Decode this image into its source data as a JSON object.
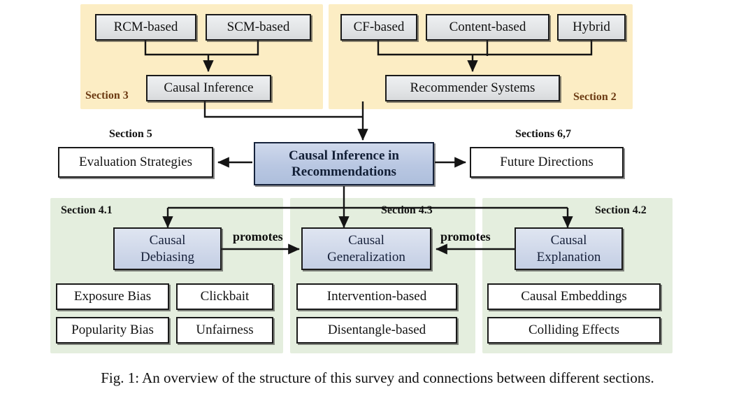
{
  "figure": {
    "caption": "Fig. 1: An overview of the structure of this survey and connections between different sections."
  },
  "colors": {
    "panel_yellow": "#fcedc4",
    "panel_green": "#e4eede",
    "node_grey": "#e2e4e6",
    "node_blue": "#b9c7e2",
    "node_blue_light": "#ccd5e8",
    "node_white": "#ffffff",
    "stroke": "#1a1a1a"
  },
  "sections": {
    "causal_inference_panel": {
      "label": "Section 3",
      "parents": [
        {
          "label": "RCM-based"
        },
        {
          "label": "SCM-based"
        }
      ],
      "child": {
        "label": "Causal Inference"
      }
    },
    "recommender_panel": {
      "label": "Section 2",
      "parents": [
        {
          "label": "CF-based"
        },
        {
          "label": "Content-based"
        },
        {
          "label": "Hybrid"
        }
      ],
      "child": {
        "label": "Recommender Systems"
      }
    },
    "center": {
      "title_line1": "Causal Inference in",
      "title_line2": "Recommendations"
    },
    "left_branch": {
      "label": "Section 5",
      "node": {
        "label": "Evaluation Strategies"
      }
    },
    "right_branch": {
      "label": "Sections 6,7",
      "node": {
        "label": "Future Directions"
      }
    },
    "debiasing": {
      "label": "Section 4.1",
      "node": {
        "line1": "Causal",
        "line2": "Debiasing"
      },
      "topics": [
        "Exposure Bias",
        "Clickbait",
        "Popularity Bias",
        "Unfairness"
      ]
    },
    "generalization": {
      "label": "Section 4.3",
      "node": {
        "line1": "Causal",
        "line2": "Generalization"
      },
      "topics": [
        "Intervention-based",
        "Disentangle-based"
      ]
    },
    "explanation": {
      "label": "Section 4.2",
      "node": {
        "line1": "Causal",
        "line2": "Explanation"
      },
      "topics": [
        "Causal Embeddings",
        "Colliding Effects"
      ]
    },
    "edges": {
      "promotes_left": "promotes",
      "promotes_right": "promotes"
    }
  }
}
